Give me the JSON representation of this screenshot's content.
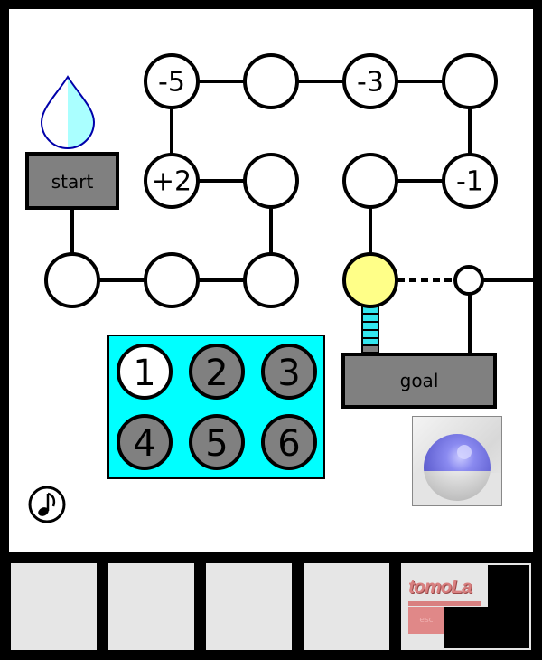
{
  "board": {
    "nodes": [
      {
        "id": "n-top-1",
        "label": "-5"
      },
      {
        "id": "n-top-2",
        "label": ""
      },
      {
        "id": "n-top-3",
        "label": "-3"
      },
      {
        "id": "n-top-4",
        "label": ""
      },
      {
        "id": "n-mid-1",
        "label": "+2"
      },
      {
        "id": "n-mid-2",
        "label": ""
      },
      {
        "id": "n-mid-3",
        "label": ""
      },
      {
        "id": "n-mid-4",
        "label": "-1"
      },
      {
        "id": "n-bot-1",
        "label": ""
      },
      {
        "id": "n-bot-2",
        "label": ""
      },
      {
        "id": "n-bot-3",
        "label": ""
      }
    ],
    "start_label": "start",
    "goal_label": "goal",
    "player_color": "#ffff88",
    "ladder_color": "#33e6ee"
  },
  "water_drop": {
    "fill_level": 0.5,
    "fill_color": "#aaffff",
    "outline_color": "#0000aa"
  },
  "dice": {
    "faces": [
      "1",
      "2",
      "3",
      "4",
      "5",
      "6"
    ],
    "selected": "1",
    "panel_color": "#00ffff",
    "selected_color": "#ffffff",
    "unselected_color": "#808080"
  },
  "controls": {
    "music_icon": "music-note-icon",
    "sphere_icon": "sphere-button-icon",
    "sphere_color": "#7070ee"
  },
  "inventory": {
    "slots": [
      "",
      "",
      "",
      ""
    ],
    "brand_title": "tomoLa",
    "brand_sub": "esc"
  }
}
